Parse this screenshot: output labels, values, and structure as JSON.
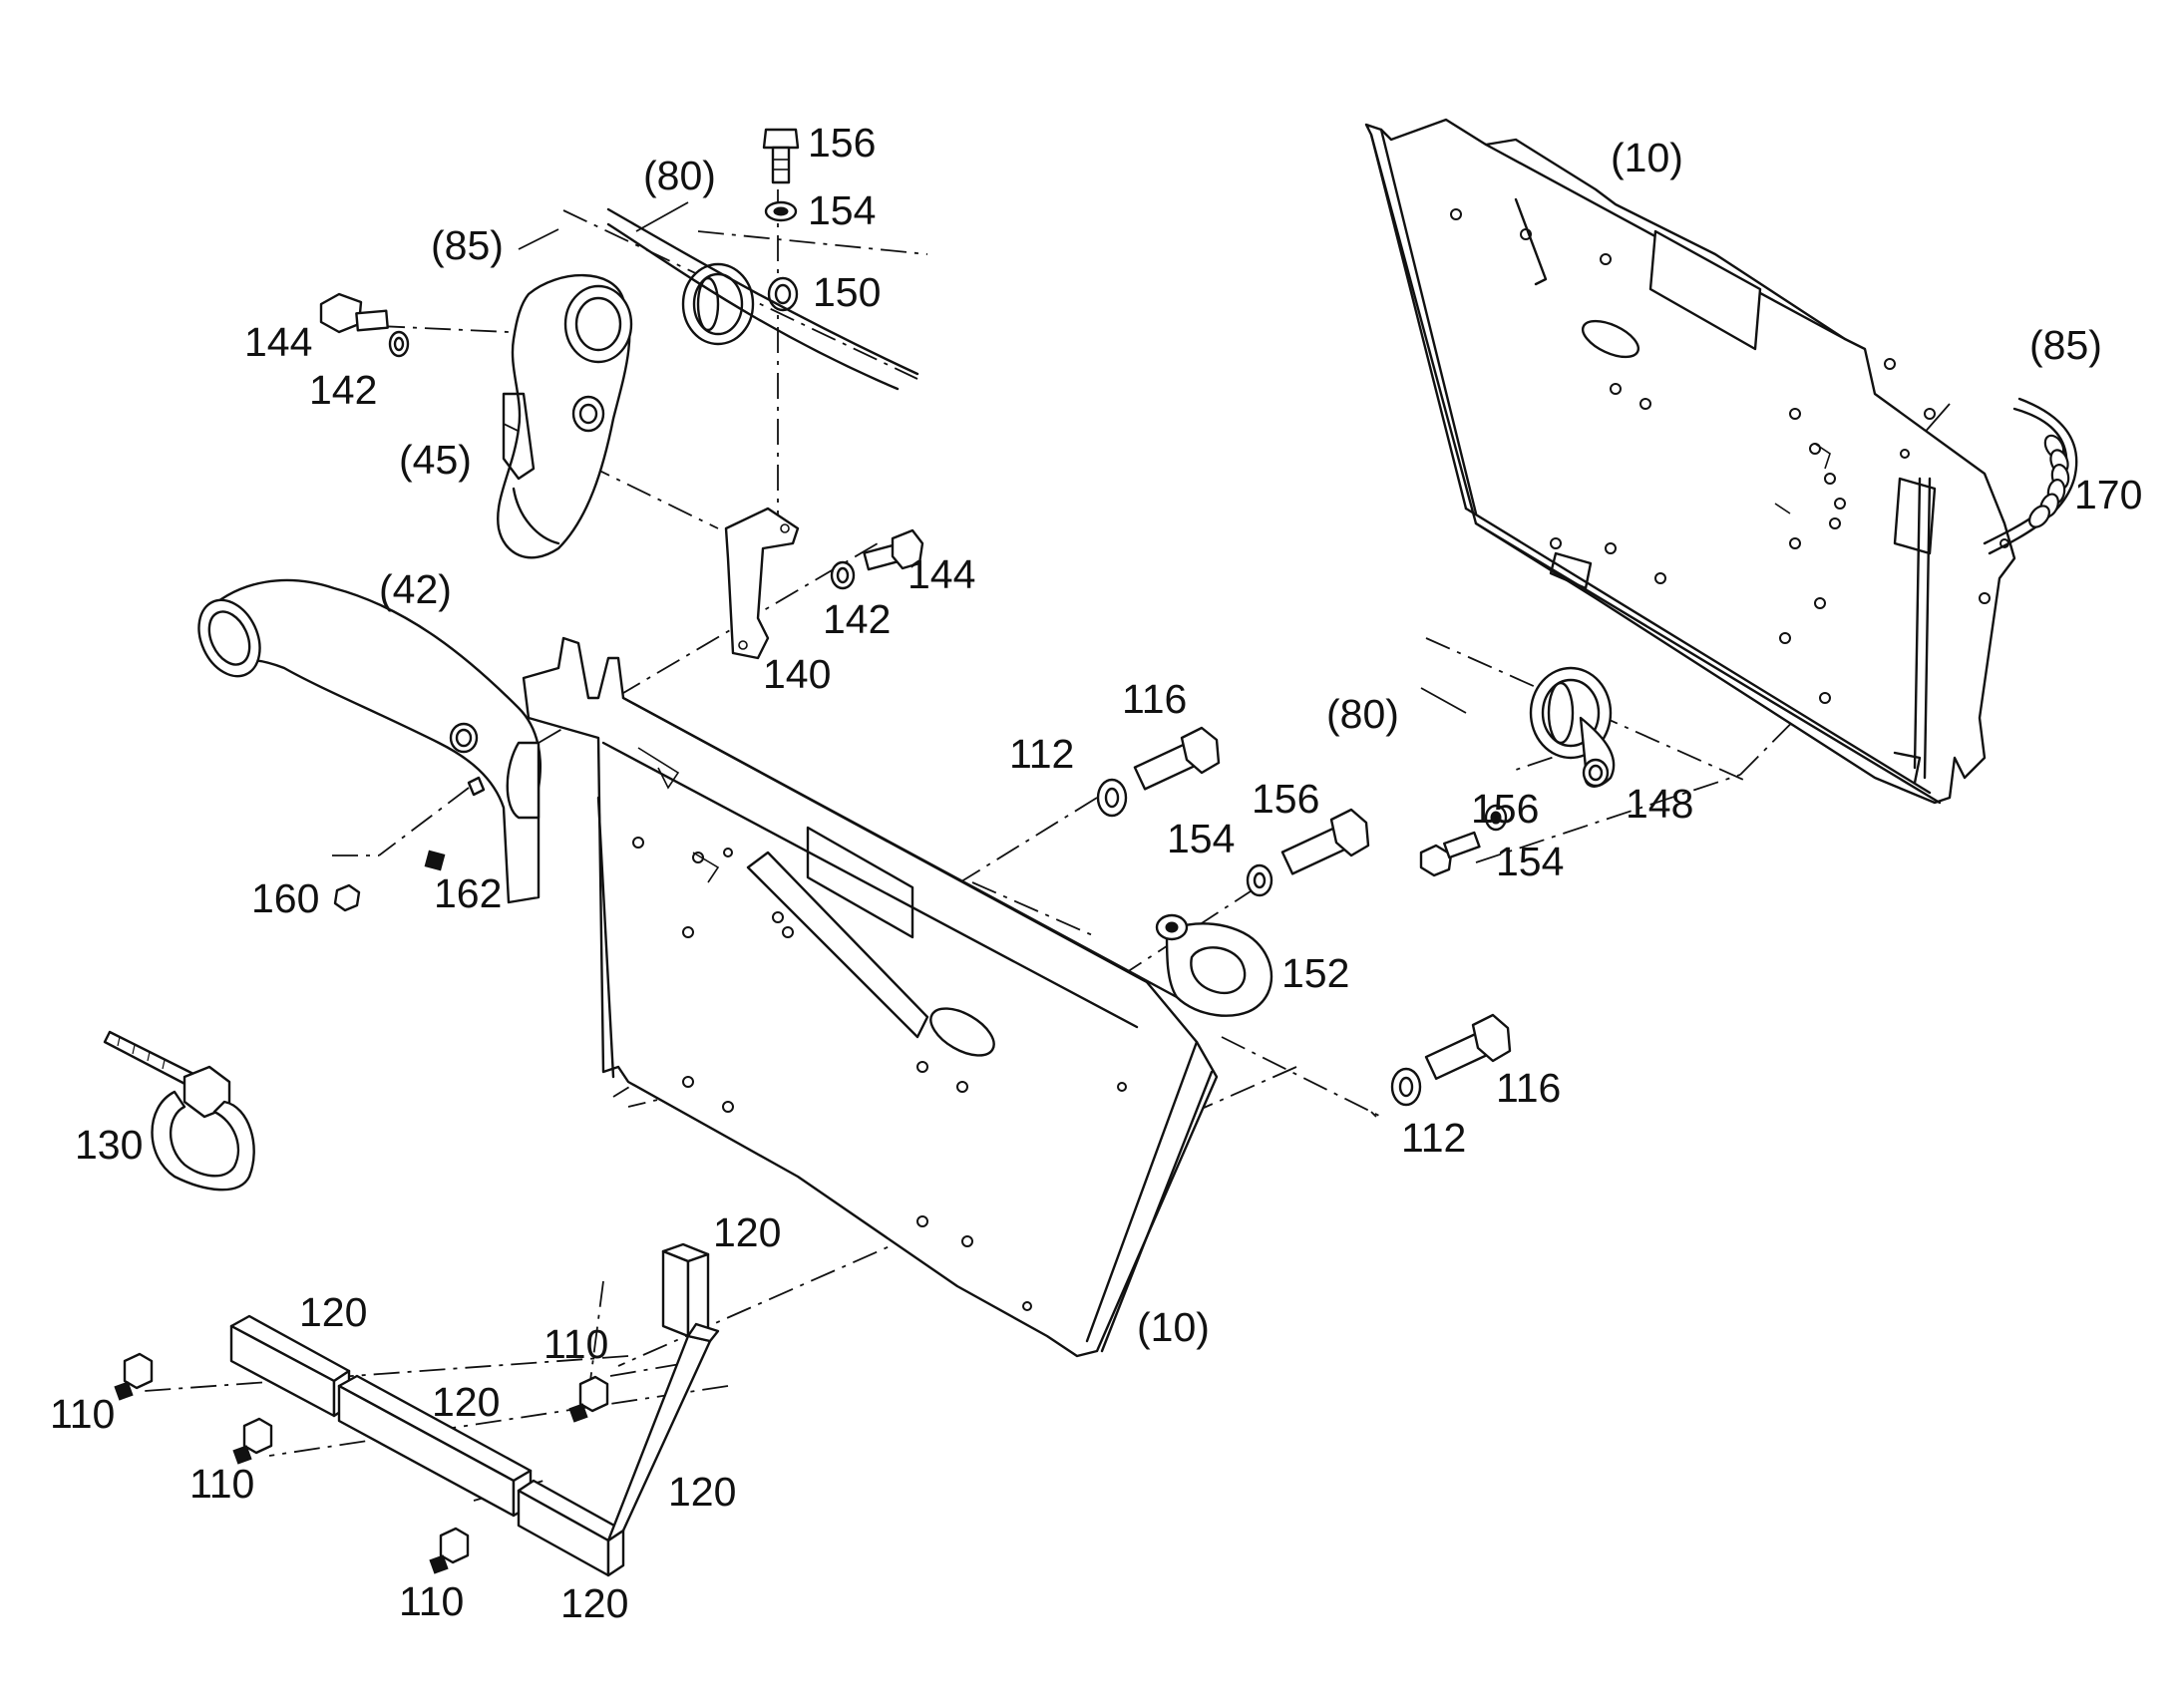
{
  "labels": {
    "l156a": "156",
    "l154a": "154",
    "l150": "150",
    "l80a": "(80)",
    "l85a": "(85)",
    "l144a": "144",
    "l142a": "142",
    "l45": "(45)",
    "l42": "(42)",
    "l144b": "144",
    "l142b": "142",
    "l140": "140",
    "l10a": "(10)",
    "l85b": "(85)",
    "l170": "170",
    "l116a": "116",
    "l112a": "112",
    "l80b": "(80)",
    "l156b": "156",
    "l154b": "154",
    "l156c": "156",
    "l154c": "154",
    "l148": "148",
    "l152": "152",
    "l160": "160",
    "l162": "162",
    "l116b": "116",
    "l112b": "112",
    "l130": "130",
    "l120a": "120",
    "l120b": "120",
    "l120c": "120",
    "l120d": "120",
    "l120e": "120",
    "l110a": "110",
    "l110b": "110",
    "l110c": "110",
    "l110d": "110",
    "l10b": "(10)"
  }
}
